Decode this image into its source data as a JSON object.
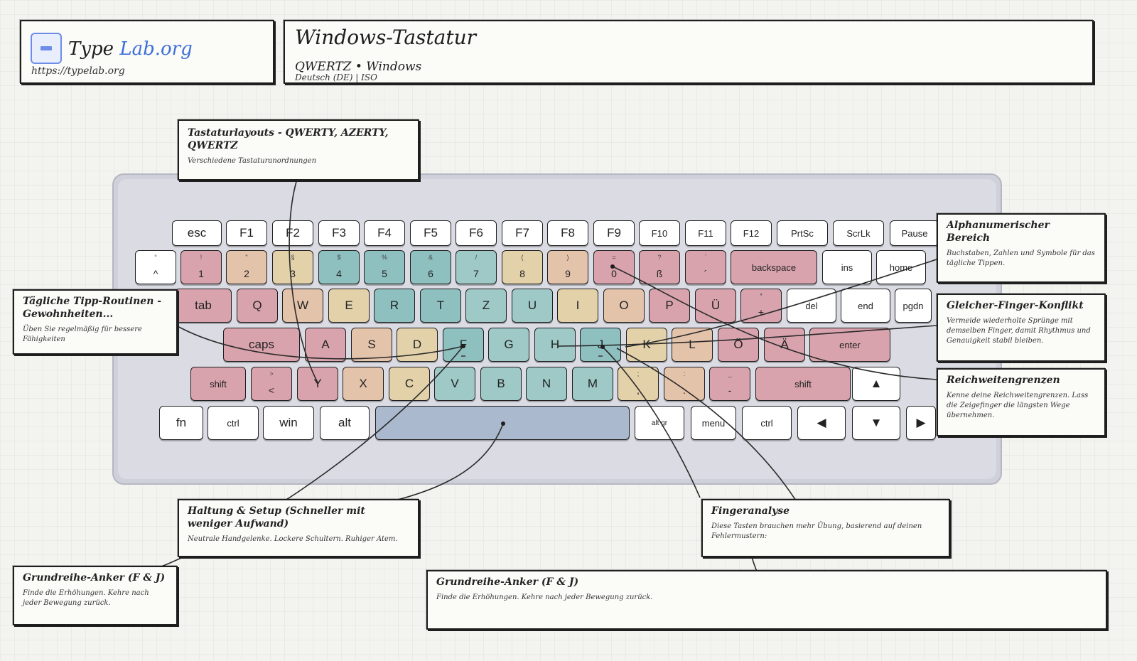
{
  "brand": {
    "type": "Type",
    "lab": "Lab.org",
    "url": "https://typelab.org"
  },
  "header": {
    "title": "Windows-Tastatur",
    "subtitle": "QWERTZ • Windows",
    "meta": "Deutsch (DE)  |  ISO"
  },
  "keyboard": {
    "rows": [
      [
        {
          "label": "esc"
        },
        {
          "label": "F1"
        },
        {
          "label": "F2"
        },
        {
          "label": "F3"
        },
        {
          "label": "F4"
        },
        {
          "label": "F5"
        },
        {
          "label": "F6"
        },
        {
          "label": "F7"
        },
        {
          "label": "F8"
        },
        {
          "label": "F9"
        },
        {
          "label": "F10"
        },
        {
          "label": "F11"
        },
        {
          "label": "F12"
        },
        {
          "label": "PrtSc"
        },
        {
          "label": "ScrLk"
        },
        {
          "label": "Pause"
        }
      ],
      [
        {
          "sup": "°",
          "main": "^"
        },
        {
          "sup": "!",
          "main": "1"
        },
        {
          "sup": "\"",
          "main": "2"
        },
        {
          "sup": "§",
          "main": "3"
        },
        {
          "sup": "$",
          "main": "4"
        },
        {
          "sup": "%",
          "main": "5"
        },
        {
          "sup": "&",
          "main": "6"
        },
        {
          "sup": "/",
          "main": "7"
        },
        {
          "sup": "(",
          "main": "8"
        },
        {
          "sup": ")",
          "main": "9"
        },
        {
          "sup": "=",
          "main": "0"
        },
        {
          "sup": "?",
          "main": "ß"
        },
        {
          "sup": "`",
          "main": "´"
        },
        {
          "label": "backspace"
        },
        {
          "label": "ins"
        },
        {
          "label": "home"
        }
      ],
      [
        {
          "label": "tab"
        },
        {
          "label": "Q"
        },
        {
          "label": "W"
        },
        {
          "label": "E"
        },
        {
          "label": "R"
        },
        {
          "label": "T"
        },
        {
          "label": "Z"
        },
        {
          "label": "U"
        },
        {
          "label": "I"
        },
        {
          "label": "O"
        },
        {
          "label": "P"
        },
        {
          "label": "Ü"
        },
        {
          "sup": "*",
          "main": "+"
        },
        {
          "label": "del"
        },
        {
          "label": "end"
        },
        {
          "label": "pgdn"
        }
      ],
      [
        {
          "label": "caps"
        },
        {
          "label": "A"
        },
        {
          "label": "S"
        },
        {
          "label": "D"
        },
        {
          "label": "F"
        },
        {
          "label": "G"
        },
        {
          "label": "H"
        },
        {
          "label": "J"
        },
        {
          "label": "K"
        },
        {
          "label": "L"
        },
        {
          "label": "Ö"
        },
        {
          "label": "Ä"
        },
        {
          "label": "enter"
        }
      ],
      [
        {
          "label": "shift"
        },
        {
          "sup": ">",
          "main": "<"
        },
        {
          "label": "Y"
        },
        {
          "label": "X"
        },
        {
          "label": "C"
        },
        {
          "label": "V"
        },
        {
          "label": "B"
        },
        {
          "label": "N"
        },
        {
          "label": "M"
        },
        {
          "sup": ";",
          "main": ","
        },
        {
          "sup": ":",
          "main": "."
        },
        {
          "sup": "_",
          "main": "-"
        },
        {
          "label": "shift"
        },
        {
          "label": "▲"
        }
      ],
      [
        {
          "label": "fn"
        },
        {
          "label": "ctrl"
        },
        {
          "label": "win"
        },
        {
          "label": "alt"
        },
        {
          "label": ""
        },
        {
          "label": "alt gr"
        },
        {
          "label": "menu"
        },
        {
          "label": "ctrl"
        },
        {
          "label": "◀"
        },
        {
          "label": "▼"
        },
        {
          "label": "▶"
        }
      ]
    ]
  },
  "annotations": [
    {
      "title": "Tastaturlayouts - QWERTY, AZERTY, QWERTZ",
      "body": "Verschiedene Tastaturanordnungen"
    },
    {
      "title": "Tägliche Tipp-Routinen - Gewohnheiten...",
      "body": "Üben Sie regelmäßig für bessere Fähigkeiten"
    },
    {
      "title": "Alphanumerischer Bereich",
      "body": "Buchstaben, Zahlen und Symbole für das tägliche Tippen."
    },
    {
      "title": "Gleicher-Finger-Konflikt",
      "body": "Vermeide wiederholte Sprünge mit demselben Finger, damit Rhythmus und Genauigkeit stabil bleiben."
    },
    {
      "title": "Reichweitengrenzen",
      "body": "Kenne deine Reichweitengrenzen. Lass die Zeigefinger die längsten Wege übernehmen."
    },
    {
      "title": "Haltung & Setup (Schneller mit weniger Aufwand)",
      "body": "Neutrale Handgelenke. Lockere Schultern. Ruhiger Atem."
    },
    {
      "title": "Fingeranalyse",
      "body": "Diese Tasten brauchen mehr Übung, basierend auf deinen Fehlermustern:"
    },
    {
      "title": "Grundreihe-Anker (F & J)",
      "body": "Finde die Erhöhungen. Kehre nach jeder Bewegung zurück."
    },
    {
      "title": "Grundreihe-Anker (F & J)",
      "body": "Finde die Erhöhungen. Kehre nach jeder Bewegung zurück."
    }
  ],
  "colors": {
    "pink": "#d8a3ad",
    "peach": "#e4c3ab",
    "sand": "#e3d1aa",
    "teal": "#8fc0c0",
    "space": "#aab9cd",
    "brand": "#3d6fd8"
  }
}
